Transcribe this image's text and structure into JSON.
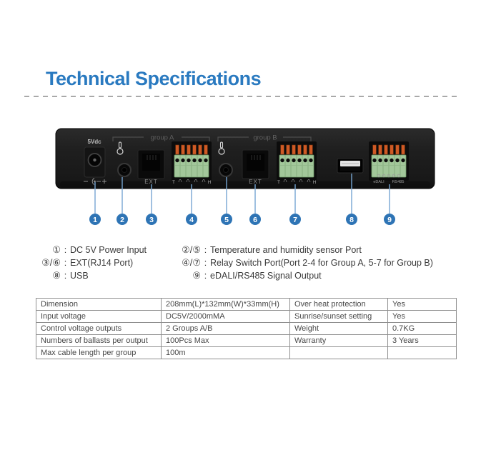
{
  "title": "Technical Specifications",
  "colors": {
    "accent_blue": "#2a7ac0",
    "callout_blue": "#2e74b5",
    "callout_line_blue": "#76a5d2",
    "divider_gray": "#a9a9a9",
    "table_border_gray": "#8f8f8f",
    "terminal_green": "#a2c79a",
    "lever_orange": "#cf5a25"
  },
  "device": {
    "power_label": "5Vdc",
    "group_a_label": "group A",
    "group_b_label": "group B",
    "ext_label": "EXT",
    "terminal_left_mark": "T",
    "terminal_right_mark": "H",
    "edali_label": "eDALI",
    "rs485_label": "RS485",
    "callouts": [
      "1",
      "2",
      "3",
      "4",
      "5",
      "6",
      "7",
      "8",
      "9"
    ]
  },
  "legend": {
    "separator": ":",
    "left": [
      {
        "key": "①",
        "label": "DC 5V Power Input"
      },
      {
        "key": "③/⑥",
        "label": "EXT(RJ14 Port)"
      },
      {
        "key": "⑧",
        "label": "USB"
      }
    ],
    "right": [
      {
        "key": "②/⑤",
        "label": "Temperature and humidity sensor Port"
      },
      {
        "key": "④/⑦",
        "label": "Relay Switch Port(Port 2-4 for Group A, 5-7 for Group B)"
      },
      {
        "key": "⑨",
        "label": "eDALI/RS485 Signal Output"
      }
    ]
  },
  "table": {
    "rows": [
      [
        "Dimension",
        "208mm(L)*132mm(W)*33mm(H)",
        "Over heat protection",
        "Yes"
      ],
      [
        "Input voltage",
        "DC5V/2000mMA",
        "Sunrise/sunset setting",
        "Yes"
      ],
      [
        "Control voltage outputs",
        "2 Groups A/B",
        "Weight",
        "0.7KG"
      ],
      [
        "Numbers of ballasts per output",
        "100Pcs Max",
        "Warranty",
        "3 Years"
      ],
      [
        "Max cable length per group",
        "100m",
        "",
        ""
      ]
    ]
  }
}
